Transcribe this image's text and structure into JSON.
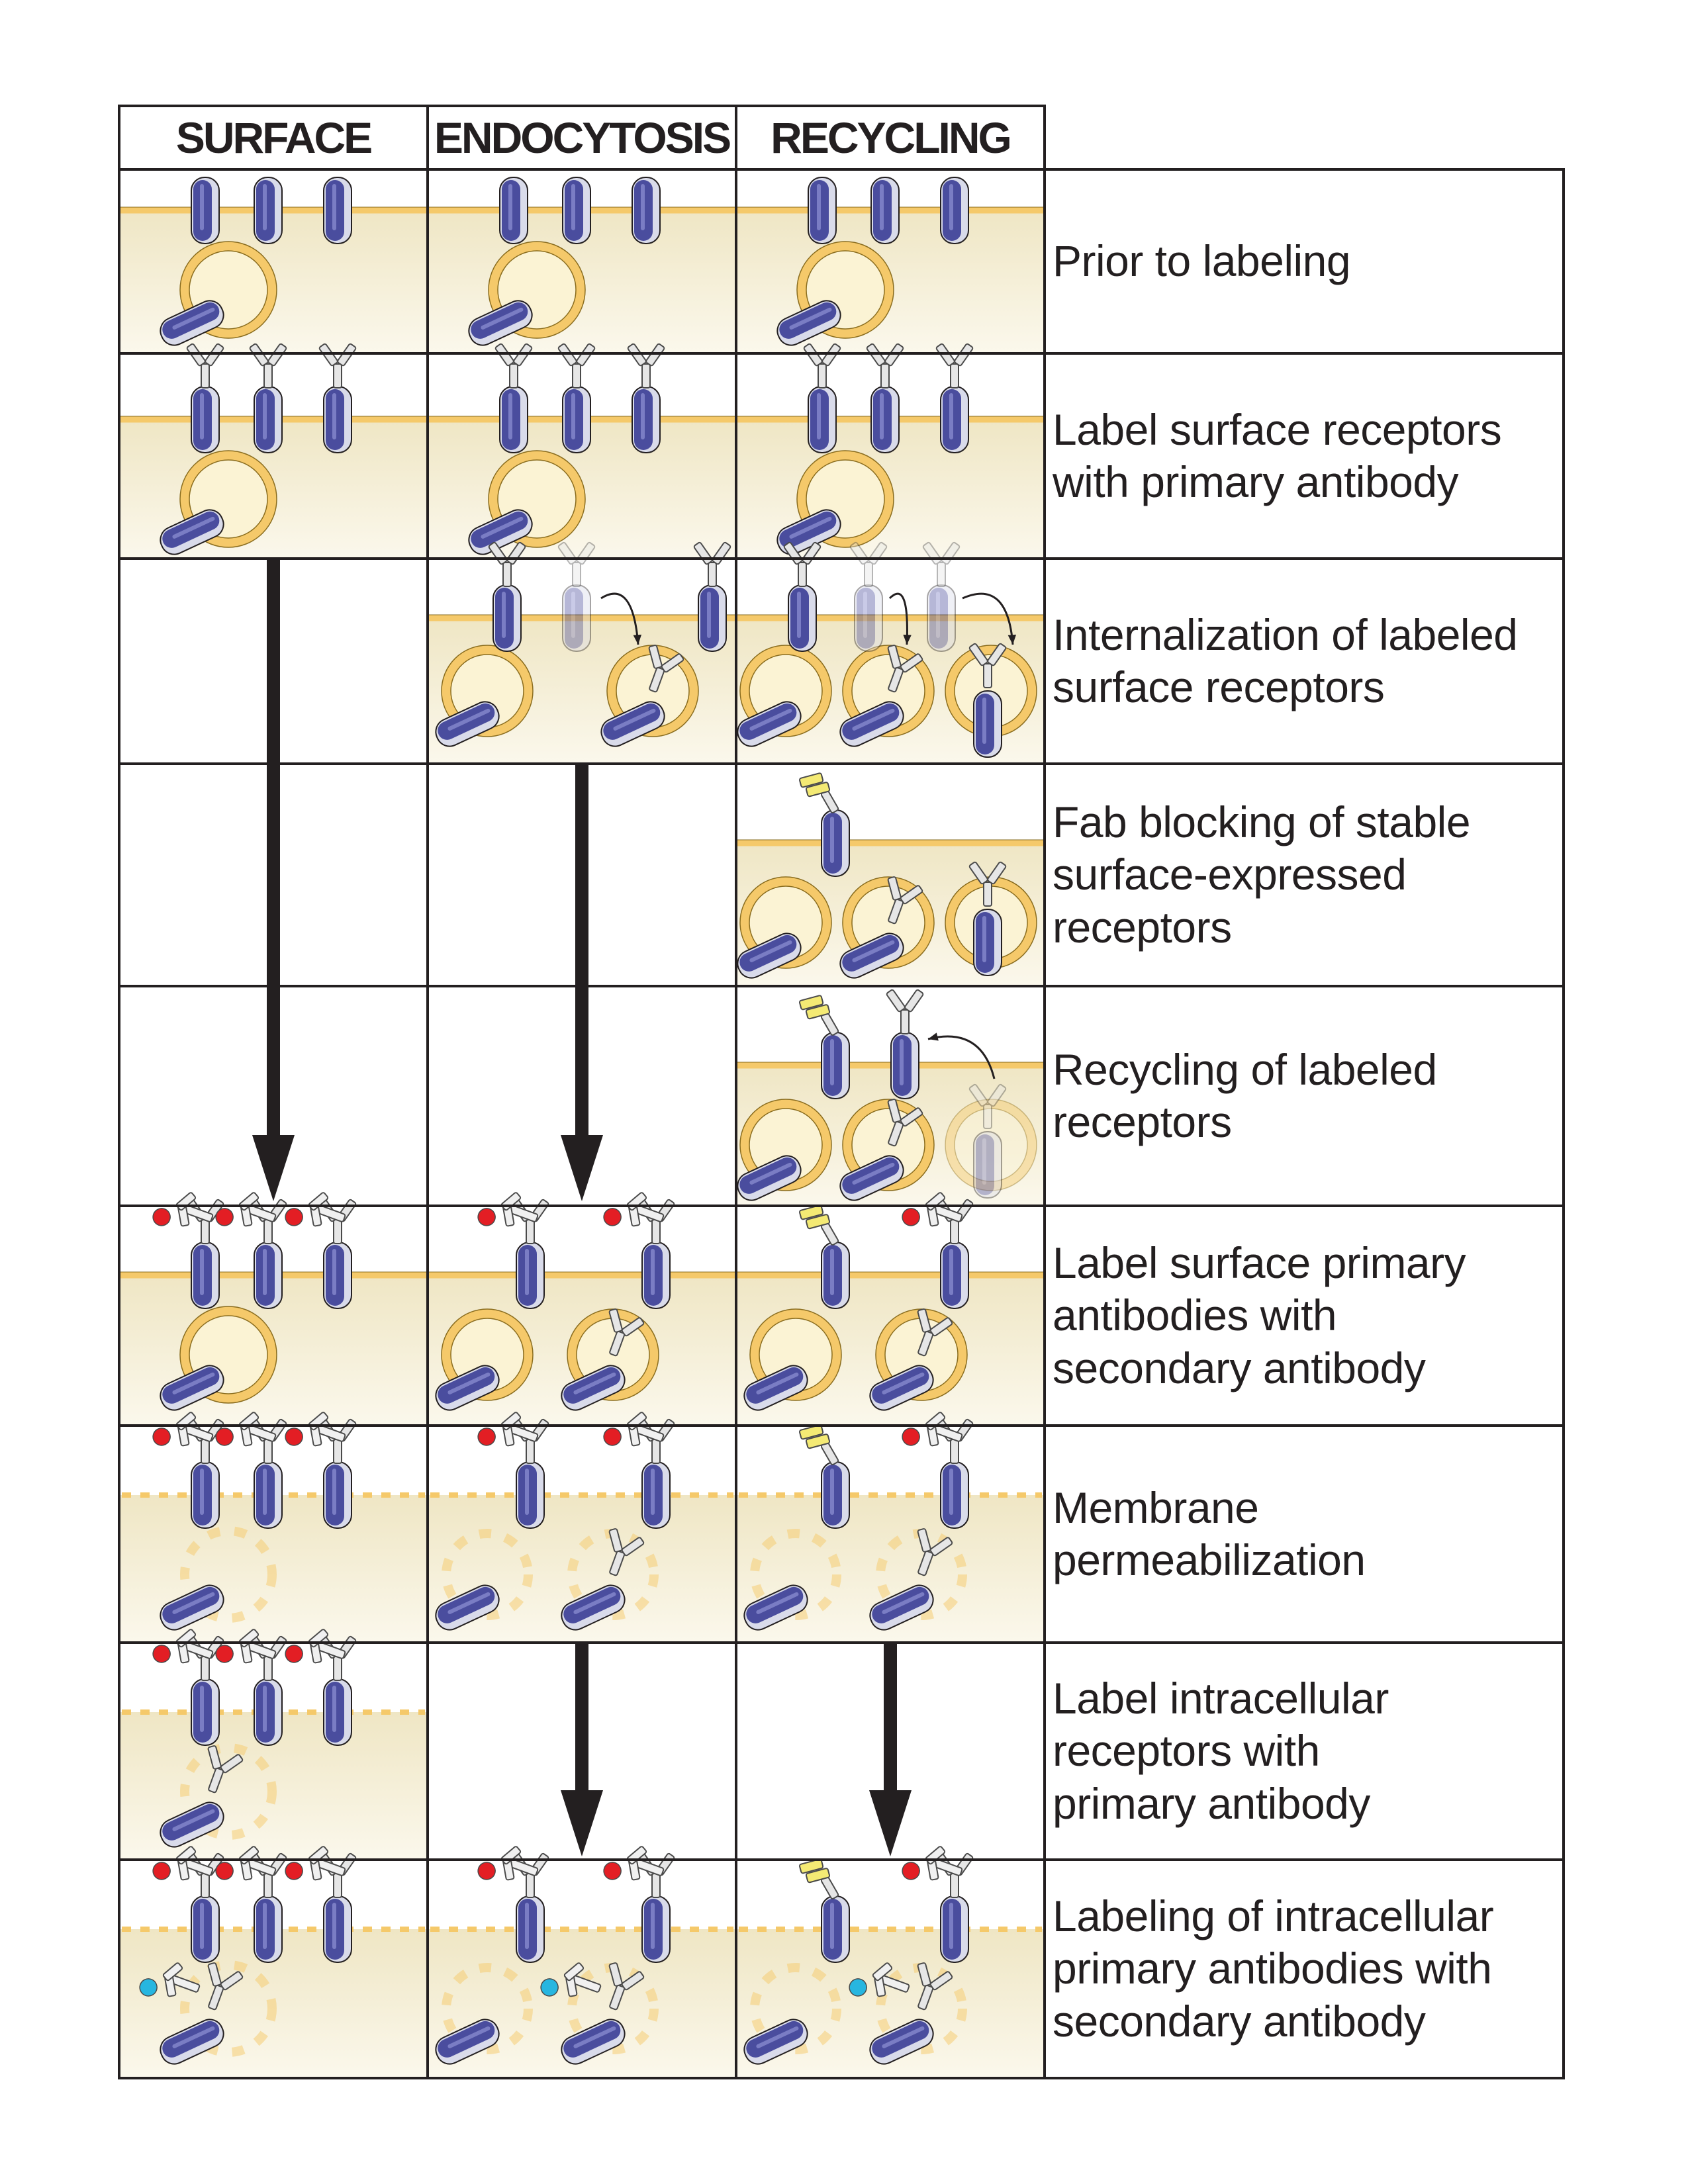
{
  "columns": [
    "SURFACE",
    "ENDOCYTOSIS",
    "RECYCLING"
  ],
  "steps": [
    {
      "lines": [
        "Prior to labeling"
      ]
    },
    {
      "lines": [
        "Label surface receptors",
        "with primary antibody"
      ]
    },
    {
      "lines": [
        "Internalization of labeled",
        "surface receptors"
      ]
    },
    {
      "lines": [
        "Fab blocking of stable",
        "surface-expressed",
        "receptors"
      ]
    },
    {
      "lines": [
        "Recycling of labeled",
        "receptors"
      ]
    },
    {
      "lines": [
        "Label surface primary",
        "antibodies with",
        "secondary antibody"
      ]
    },
    {
      "lines": [
        "Membrane",
        "permeabilization"
      ]
    },
    {
      "lines": [
        "Label intracellular",
        "receptors with",
        "primary antibody"
      ]
    },
    {
      "lines": [
        "Labeling of intracellular",
        "primary antibodies with",
        "secondary antibody"
      ]
    }
  ],
  "colors": {
    "membrane": "#f5c96a",
    "cytoplasm": "#efe6c4",
    "receptor": "#4a4d9e",
    "antibody": "#e6e6e6",
    "fab": "#f4ea74",
    "secondary_red": "#e31e24",
    "secondary_cyan": "#27b6e0",
    "grid": "#231f20"
  }
}
